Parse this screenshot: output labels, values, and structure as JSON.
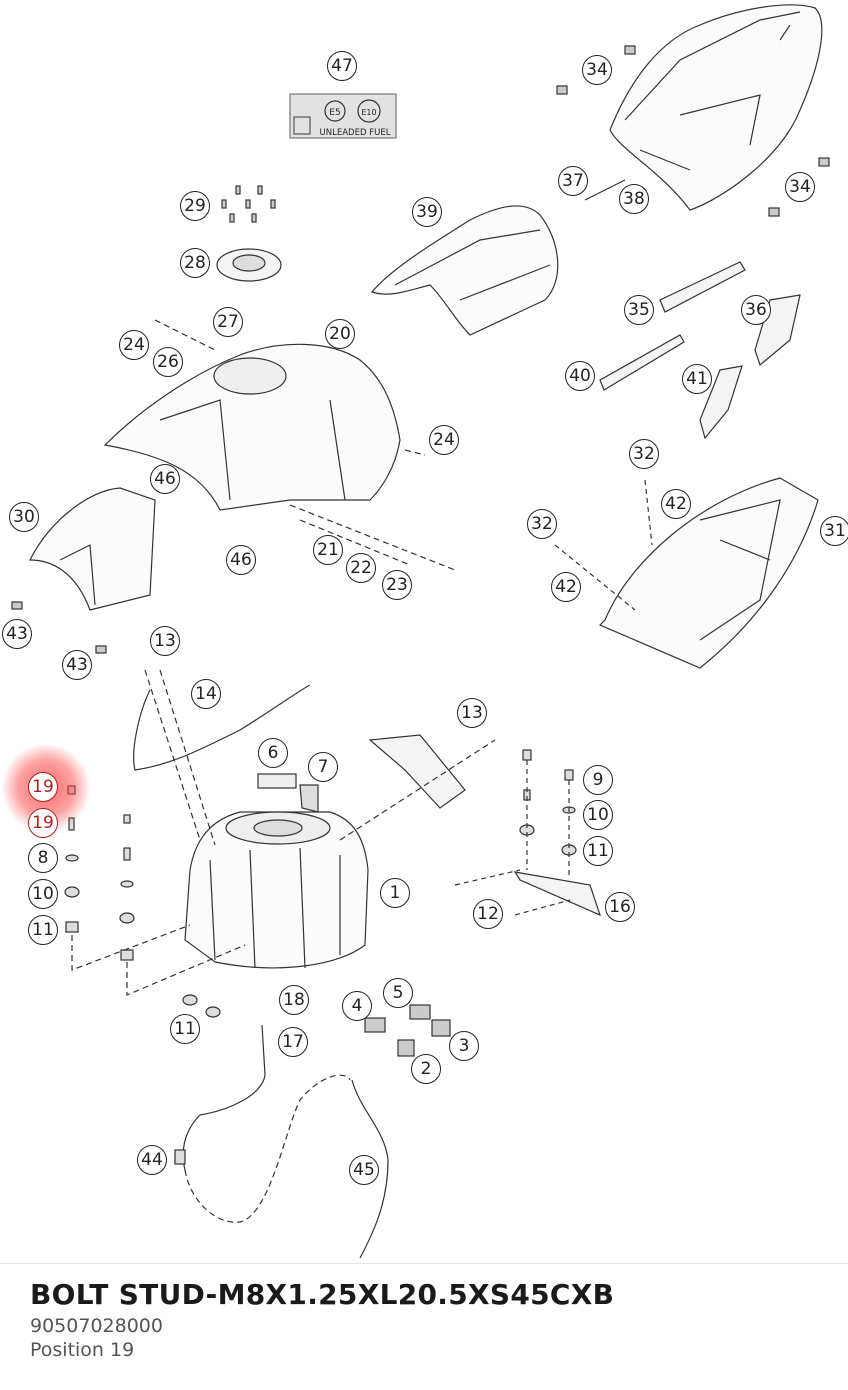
{
  "label": {
    "e5": "E5",
    "e10": "E10",
    "fuel": "UNLEADED FUEL"
  },
  "callouts": [
    {
      "id": "c47",
      "n": "47"
    },
    {
      "id": "c34a",
      "n": "34"
    },
    {
      "id": "c34b",
      "n": "34"
    },
    {
      "id": "c37",
      "n": "37"
    },
    {
      "id": "c38",
      "n": "38"
    },
    {
      "id": "c29",
      "n": "29"
    },
    {
      "id": "c28",
      "n": "28"
    },
    {
      "id": "c39",
      "n": "39"
    },
    {
      "id": "c35",
      "n": "35"
    },
    {
      "id": "c36",
      "n": "36"
    },
    {
      "id": "c27",
      "n": "27"
    },
    {
      "id": "c24a",
      "n": "24"
    },
    {
      "id": "c26",
      "n": "26"
    },
    {
      "id": "c20",
      "n": "20"
    },
    {
      "id": "c40",
      "n": "40"
    },
    {
      "id": "c41",
      "n": "41"
    },
    {
      "id": "c24b",
      "n": "24"
    },
    {
      "id": "c32a",
      "n": "32"
    },
    {
      "id": "c46a",
      "n": "46"
    },
    {
      "id": "c42a",
      "n": "42"
    },
    {
      "id": "c30",
      "n": "30"
    },
    {
      "id": "c32b",
      "n": "32"
    },
    {
      "id": "c31",
      "n": "31"
    },
    {
      "id": "c21",
      "n": "21"
    },
    {
      "id": "c46b",
      "n": "46"
    },
    {
      "id": "c22",
      "n": "22"
    },
    {
      "id": "c23",
      "n": "23"
    },
    {
      "id": "c42b",
      "n": "42"
    },
    {
      "id": "c43a",
      "n": "43"
    },
    {
      "id": "c13a",
      "n": "13"
    },
    {
      "id": "c43b",
      "n": "43"
    },
    {
      "id": "c14",
      "n": "14"
    },
    {
      "id": "c13b",
      "n": "13"
    },
    {
      "id": "c6",
      "n": "6"
    },
    {
      "id": "c7",
      "n": "7"
    },
    {
      "id": "c19a",
      "n": "19"
    },
    {
      "id": "c19b",
      "n": "19"
    },
    {
      "id": "c9",
      "n": "9"
    },
    {
      "id": "c10a",
      "n": "10"
    },
    {
      "id": "c8",
      "n": "8"
    },
    {
      "id": "c11a",
      "n": "11"
    },
    {
      "id": "c10b",
      "n": "10"
    },
    {
      "id": "c1",
      "n": "1"
    },
    {
      "id": "c11b",
      "n": "11"
    },
    {
      "id": "c12",
      "n": "12"
    },
    {
      "id": "c16",
      "n": "16"
    },
    {
      "id": "c18",
      "n": "18"
    },
    {
      "id": "c5",
      "n": "5"
    },
    {
      "id": "c4",
      "n": "4"
    },
    {
      "id": "c11c",
      "n": "11"
    },
    {
      "id": "c17",
      "n": "17"
    },
    {
      "id": "c3",
      "n": "3"
    },
    {
      "id": "c2",
      "n": "2"
    },
    {
      "id": "c44",
      "n": "44"
    },
    {
      "id": "c45",
      "n": "45"
    }
  ],
  "selected_part": {
    "title": "BOLT STUD-M8X1.25XL20.5XS45CXB",
    "number": "90507028000",
    "position": "Position 19"
  }
}
